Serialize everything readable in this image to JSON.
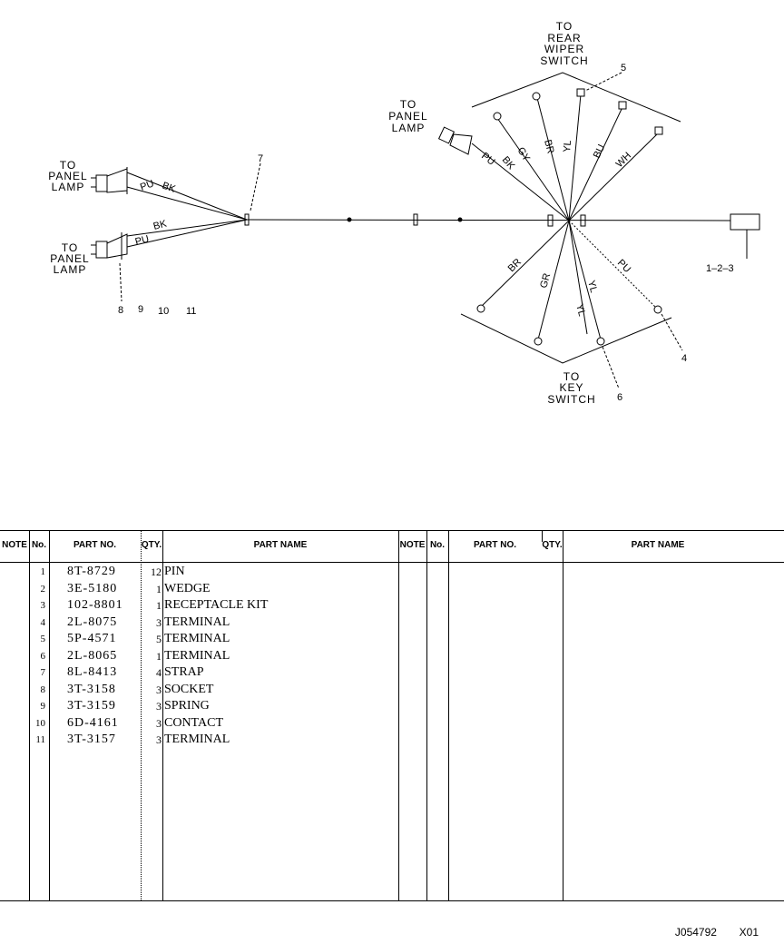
{
  "diagram": {
    "labels": {
      "rear_wiper": [
        "TO",
        "REAR",
        "WIPER",
        "SWITCH"
      ],
      "panel_lamp_a": [
        "TO",
        "PANEL",
        "LAMP"
      ],
      "panel_lamp_b": [
        "TO",
        "PANEL",
        "LAMP"
      ],
      "panel_lamp_c": [
        "TO",
        "PANEL",
        "LAMP"
      ],
      "key_switch": [
        "TO",
        "KEY",
        "SWITCH"
      ]
    },
    "wires": {
      "pu1": "PU",
      "bk1": "BK",
      "pu2": "PU",
      "bk2": "BK",
      "pu3": "PU",
      "bk3": "BK",
      "gy": "GY",
      "br1": "BR",
      "yl1": "YL",
      "bu": "BU",
      "wh": "WH",
      "br2": "BR",
      "gr": "GR",
      "yl2": "YL",
      "yl3": "YL",
      "pu4": "PU"
    },
    "callouts": {
      "c5": "5",
      "c7": "7",
      "c123": "1–2–3",
      "c8": "8",
      "c9": "9",
      "c10": "10",
      "c11": "11",
      "c4": "4",
      "c6": "6"
    }
  },
  "table": {
    "headers": {
      "note": "NOTE",
      "no": "No.",
      "part_no": "PART NO.",
      "qty": "QTY.",
      "part_name": "PART NAME",
      "note2": "NOTE",
      "no2": "No.",
      "part_no2": "PART NO.",
      "qty2": "QTY.",
      "part_name2": "PART NAME"
    },
    "rows": [
      {
        "no": "1",
        "part_no": "8T-8729",
        "qty": "12",
        "name": "PIN"
      },
      {
        "no": "2",
        "part_no": "3E-5180",
        "qty": "1",
        "name": "WEDGE"
      },
      {
        "no": "3",
        "part_no": "102-8801",
        "qty": "1",
        "name": "RECEPTACLE KIT"
      },
      {
        "no": "4",
        "part_no": "2L-8075",
        "qty": "3",
        "name": "TERMINAL"
      },
      {
        "no": "5",
        "part_no": "5P-4571",
        "qty": "5",
        "name": "TERMINAL"
      },
      {
        "no": "6",
        "part_no": "2L-8065",
        "qty": "1",
        "name": "TERMINAL"
      },
      {
        "no": "7",
        "part_no": "8L-8413",
        "qty": "4",
        "name": "STRAP"
      },
      {
        "no": "8",
        "part_no": "3T-3158",
        "qty": "3",
        "name": "SOCKET"
      },
      {
        "no": "9",
        "part_no": "3T-3159",
        "qty": "3",
        "name": "SPRING"
      },
      {
        "no": "10",
        "part_no": "6D-4161",
        "qty": "3",
        "name": "CONTACT"
      },
      {
        "no": "11",
        "part_no": "3T-3157",
        "qty": "3",
        "name": "TERMINAL"
      }
    ]
  },
  "footer": {
    "drawing_no": "J054792",
    "rev": "X01"
  }
}
